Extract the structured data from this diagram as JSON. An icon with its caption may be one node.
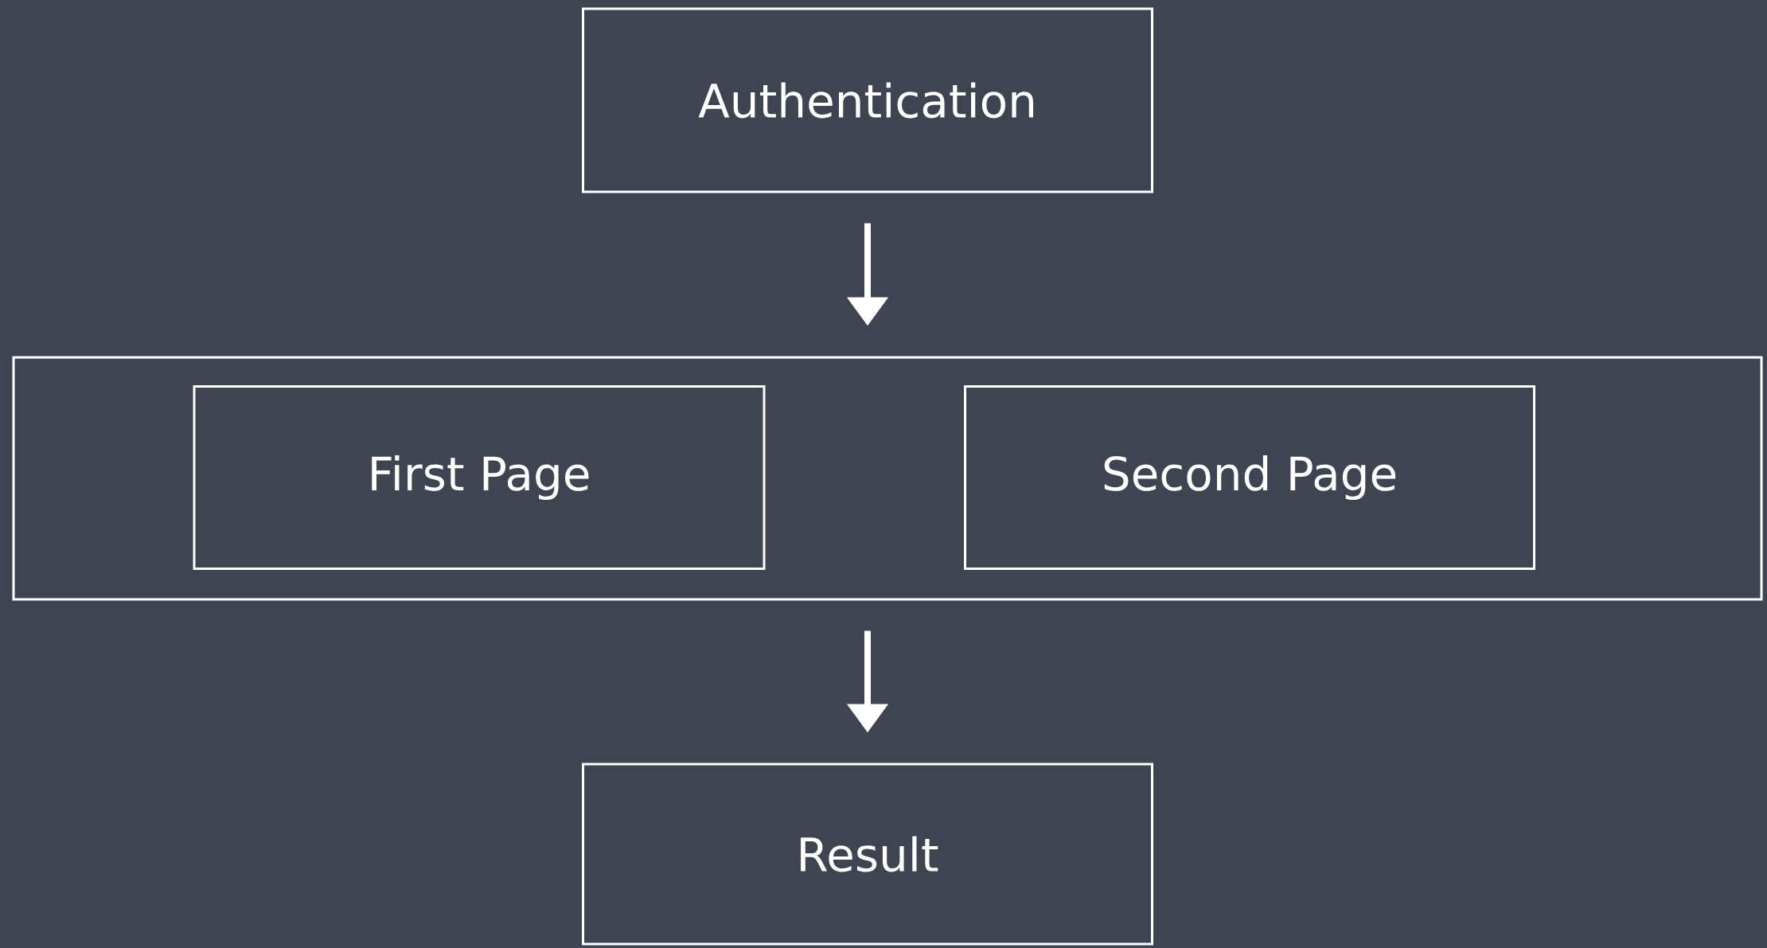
{
  "diagram": {
    "nodes": [
      {
        "text": [
          "Authentication"
        ]
      },
      {
        "text": [],
        "shape": "box"
      },
      {
        "text": [
          "First Page"
        ],
        "in": 1
      },
      {
        "text": [
          "Second Page"
        ],
        "in": 1
      },
      {
        "text": [
          "Result"
        ]
      }
    ],
    "edges": [
      {
        "from": 0,
        "to": 1,
        "arrow": "to"
      },
      {
        "from": 1,
        "to": 4,
        "arrow": "to"
      }
    ]
  }
}
